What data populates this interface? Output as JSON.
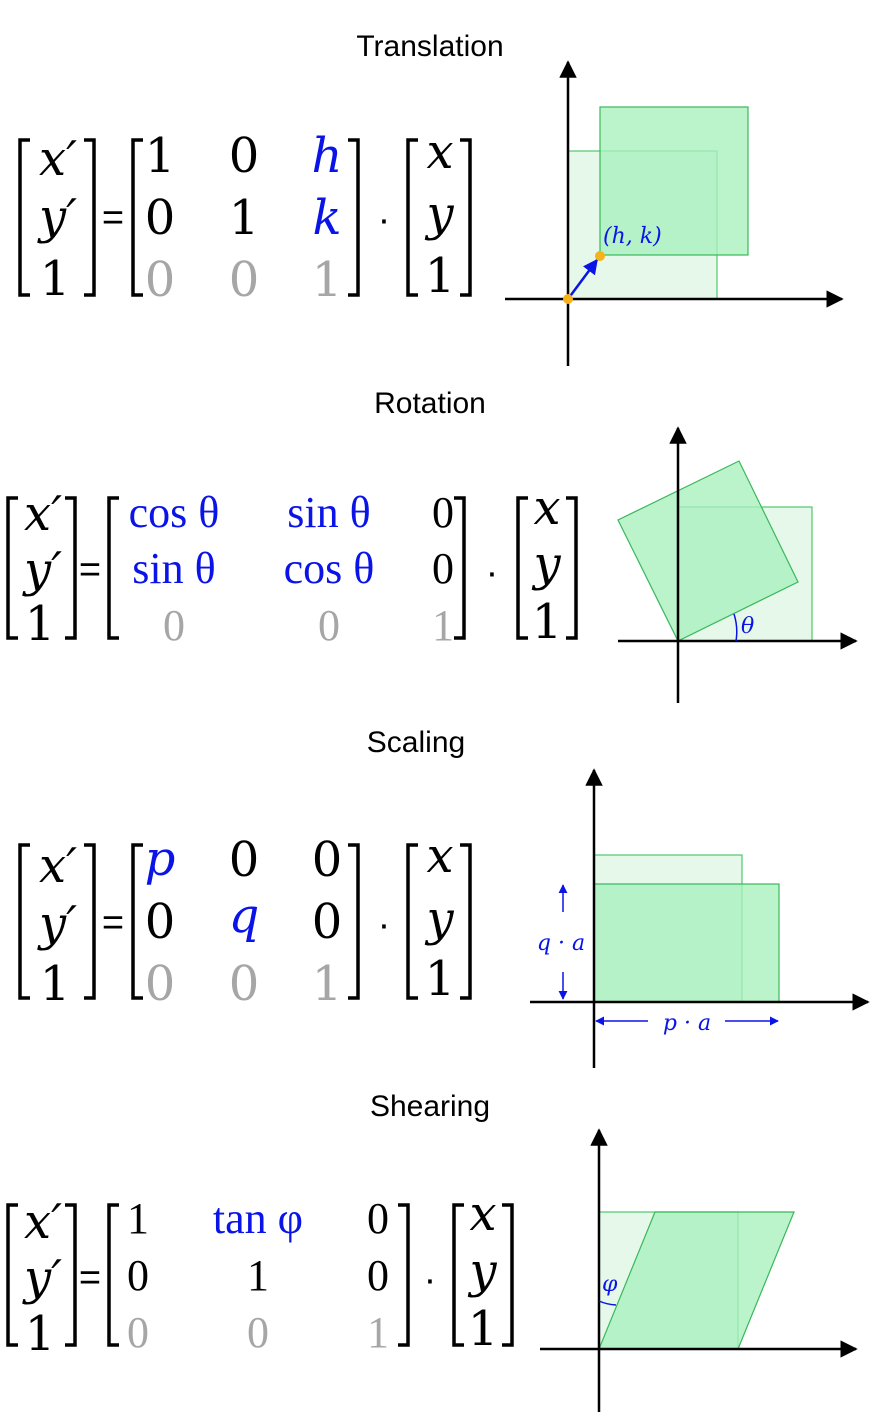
{
  "colors": {
    "parameter": "#0a14e6",
    "fixed_row": "#a6a6a6",
    "shape_fill_original": "#e6f8ea",
    "shape_fill_transformed": "#a8f0bc",
    "shape_stroke": "#38b85a",
    "origin_point": "#f6b21b"
  },
  "vectors": {
    "output": [
      "x′",
      "y′",
      "1"
    ],
    "input": [
      "x",
      "y",
      "1"
    ]
  },
  "operators": {
    "equals": "=",
    "dot": "·"
  },
  "sections": [
    {
      "title": "Translation",
      "matrix": [
        [
          "1",
          "0",
          "h"
        ],
        [
          "0",
          "1",
          "k"
        ],
        [
          "0",
          "0",
          "1"
        ]
      ],
      "label": "(h, k)"
    },
    {
      "title": "Rotation",
      "matrix": [
        [
          "cos θ",
          "sin θ",
          "0"
        ],
        [
          "sin θ",
          "cos θ",
          "0"
        ],
        [
          "0",
          "0",
          "1"
        ]
      ],
      "label": "θ"
    },
    {
      "title": "Scaling",
      "matrix": [
        [
          "p",
          "0",
          "0"
        ],
        [
          "0",
          "q",
          "0"
        ],
        [
          "0",
          "0",
          "1"
        ]
      ],
      "labels": {
        "vertical": "q · a",
        "horizontal": "p · a"
      }
    },
    {
      "title": "Shearing",
      "matrix": [
        [
          "1",
          "tan φ",
          "0"
        ],
        [
          "0",
          "1",
          "0"
        ],
        [
          "0",
          "0",
          "1"
        ]
      ],
      "label": "φ"
    }
  ]
}
